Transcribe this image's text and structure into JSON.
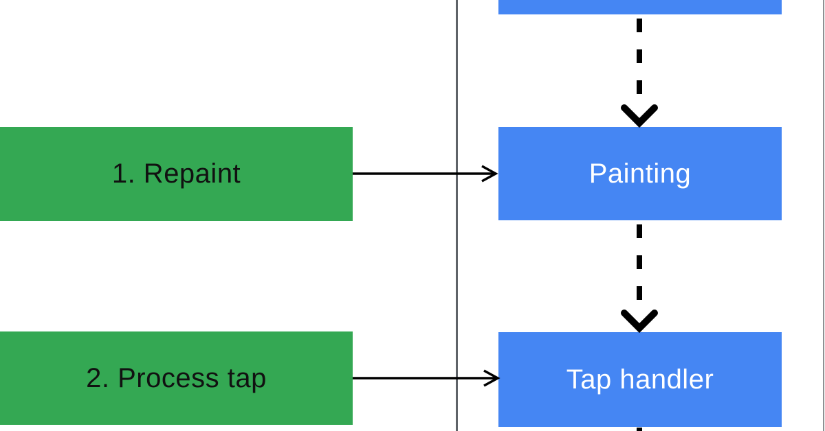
{
  "diagram": {
    "description": "Cropped flowchart: numbered annotation steps point into a thread lane of process nodes",
    "lane": {
      "left_divider_color": "#5f6368",
      "right_divider_color": "#8e9093"
    },
    "annotations": [
      {
        "label": "1. Repaint"
      },
      {
        "label": "2. Process tap"
      }
    ],
    "nodes": [
      {
        "label": ""
      },
      {
        "label": "Painting"
      },
      {
        "label": "Tap handler"
      }
    ],
    "connectors": {
      "solid_arrow_color": "#000000",
      "dashed_arrow_color": "#000000",
      "flow": [
        "cropped-top-node --dashed--> Painting",
        "1. Repaint --solid--> Painting",
        "Painting --dashed--> Tap handler",
        "2. Process tap --solid--> Tap handler",
        "Tap handler --dashed--> (cropped below)"
      ]
    },
    "colors": {
      "node_fill": "#4586F3",
      "node_text": "#ffffff",
      "annotation_fill": "#34A853",
      "annotation_text": "#111111",
      "background": "#ffffff"
    }
  }
}
